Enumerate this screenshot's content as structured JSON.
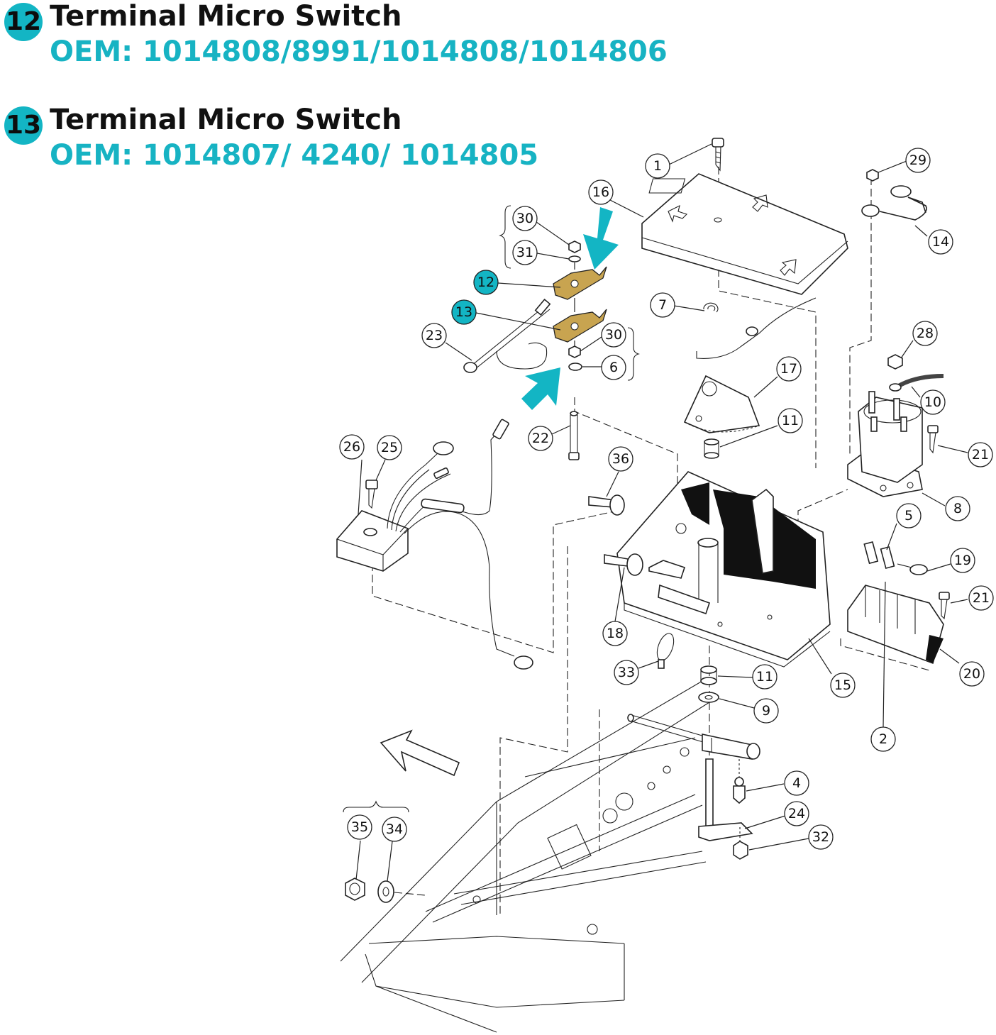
{
  "headers": [
    {
      "number": "12",
      "title": "Terminal Micro Switch",
      "oem": "OEM: 1014808/8991/1014808/1014806"
    },
    {
      "number": "13",
      "title": "Terminal Micro Switch",
      "oem": "OEM: 1014807/ 4240/ 1014805"
    }
  ],
  "callouts": [
    "1",
    "2",
    "4",
    "5",
    "6",
    "7",
    "8",
    "9",
    "10",
    "11",
    "11",
    "12",
    "13",
    "14",
    "15",
    "16",
    "17",
    "18",
    "19",
    "20",
    "21",
    "21",
    "22",
    "23",
    "24",
    "25",
    "26",
    "28",
    "29",
    "30",
    "30",
    "31",
    "32",
    "33",
    "34",
    "35",
    "36"
  ],
  "colors": {
    "accent": "#13b5c4",
    "switch_brass": "#c8a450",
    "ink": "#222222"
  }
}
